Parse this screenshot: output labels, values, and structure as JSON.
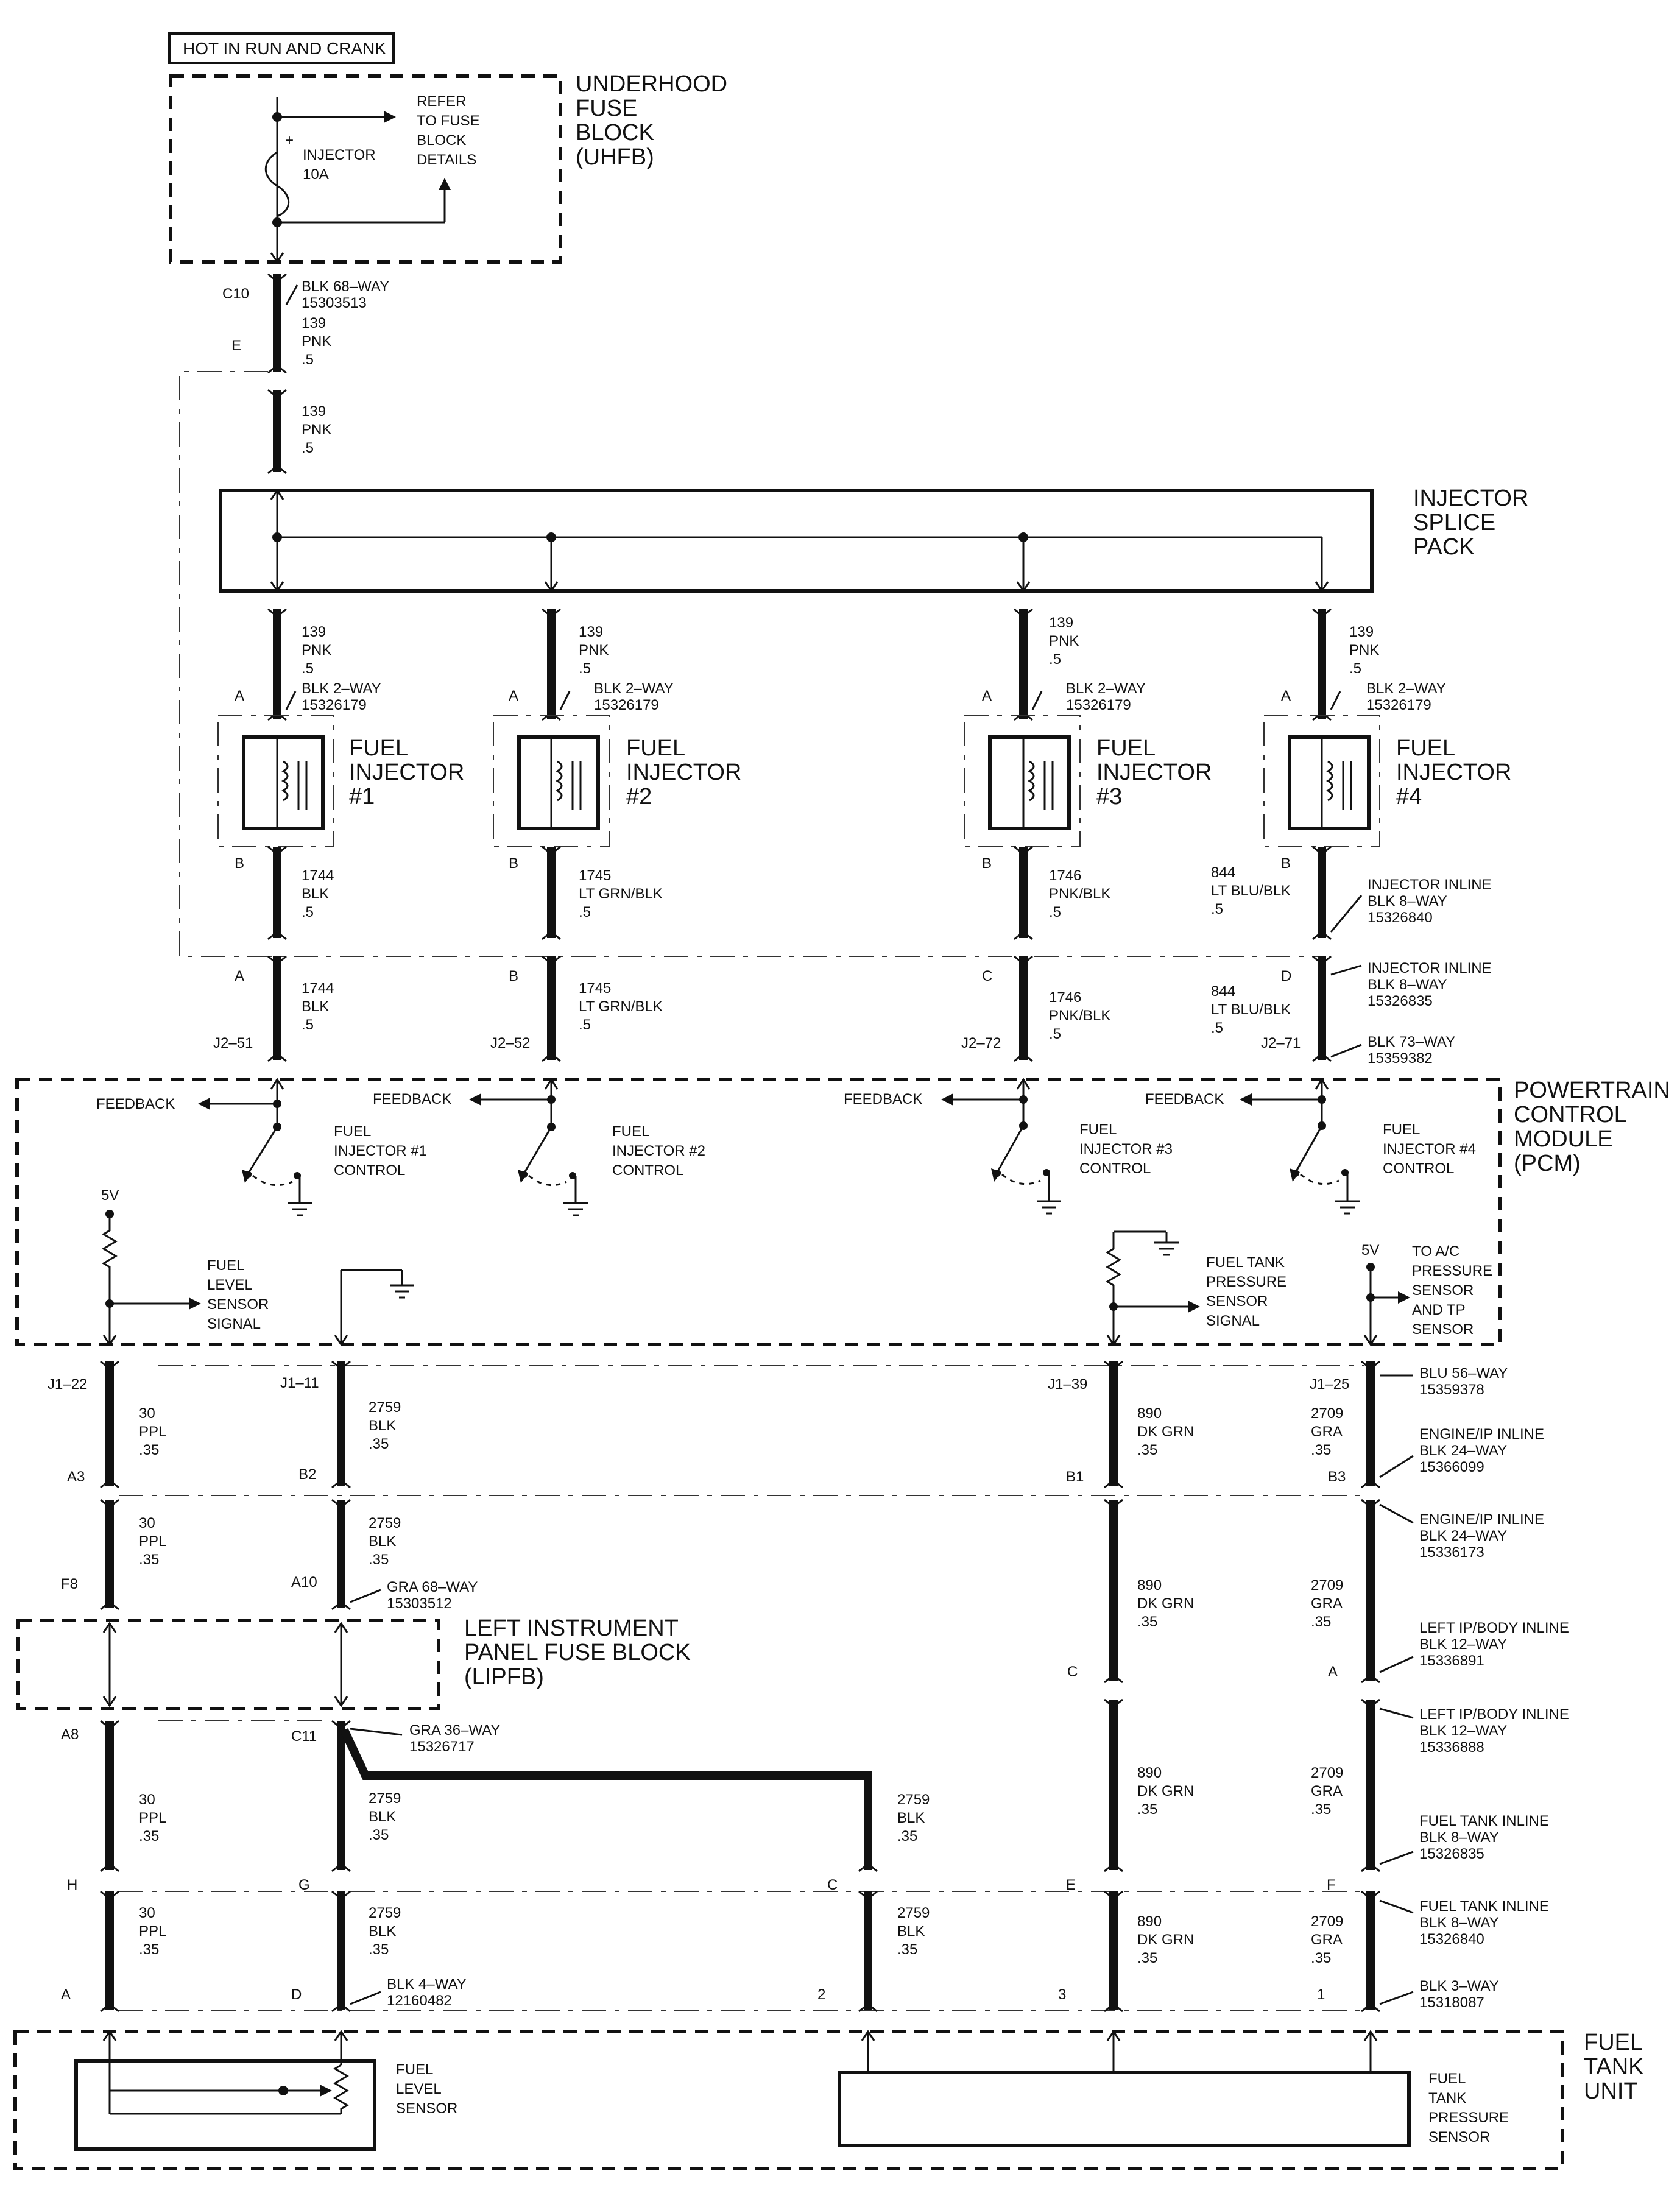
{
  "top_label": "HOT IN RUN AND CRANK",
  "uhfb": {
    "title_lines": [
      "UNDERHOOD",
      "FUSE",
      "BLOCK",
      "(UHFB)"
    ],
    "fuse_plus": "+",
    "fuse_lines": [
      "INJECTOR",
      "10A"
    ],
    "refer_lines": [
      "REFER",
      "TO FUSE",
      "BLOCK",
      "DETAILS"
    ]
  },
  "c10": {
    "label": "C10",
    "pin": "E",
    "conn_lines": [
      "BLK 68–WAY",
      "15303513"
    ],
    "wire_lines": [
      "139",
      "PNK",
      ".5"
    ]
  },
  "feed_wire_lines": [
    "139",
    "PNK",
    ".5"
  ],
  "splice": {
    "title_lines": [
      "INJECTOR",
      "SPLICE",
      "PACK"
    ]
  },
  "injectors": [
    {
      "in_wire": [
        "139",
        "PNK",
        ".5"
      ],
      "conn": [
        "BLK 2–WAY",
        "15326179"
      ],
      "pin_a": "A",
      "pin_b": "B",
      "name": [
        "FUEL",
        "INJECTOR",
        "#1"
      ],
      "out_wire": [
        "1744",
        "BLK",
        ".5"
      ],
      "c2_pin": "A",
      "c2_wire": [
        "1744",
        "BLK",
        ".5"
      ],
      "pcm_pin": "J2–51",
      "feedback": "FEEDBACK",
      "control": [
        "FUEL",
        "INJECTOR #1",
        "CONTROL"
      ]
    },
    {
      "in_wire": [
        "139",
        "PNK",
        ".5"
      ],
      "conn": [
        "BLK 2–WAY",
        "15326179"
      ],
      "pin_a": "A",
      "pin_b": "B",
      "name": [
        "FUEL",
        "INJECTOR",
        "#2"
      ],
      "out_wire": [
        "1745",
        "LT GRN/BLK",
        ".5"
      ],
      "c2_pin": "B",
      "c2_wire": [
        "1745",
        "LT GRN/BLK",
        ".5"
      ],
      "pcm_pin": "J2–52",
      "feedback": "FEEDBACK",
      "control": [
        "FUEL",
        "INJECTOR #2",
        "CONTROL"
      ]
    },
    {
      "in_wire": [
        "139",
        "PNK",
        ".5"
      ],
      "conn": [
        "BLK 2–WAY",
        "15326179"
      ],
      "pin_a": "A",
      "pin_b": "B",
      "name": [
        "FUEL",
        "INJECTOR",
        "#3"
      ],
      "out_wire": [
        "1746",
        "PNK/BLK",
        ".5"
      ],
      "c2_pin": "C",
      "c2_wire": [
        "1746",
        "PNK/BLK",
        ".5"
      ],
      "pcm_pin": "J2–72",
      "feedback": "FEEDBACK",
      "control": [
        "FUEL",
        "INJECTOR #3",
        "CONTROL"
      ]
    },
    {
      "in_wire": [
        "139",
        "PNK",
        ".5"
      ],
      "conn": [
        "BLK 2–WAY",
        "15326179"
      ],
      "pin_a": "A",
      "pin_b": "B",
      "name": [
        "FUEL",
        "INJECTOR",
        "#4"
      ],
      "out_wire": [
        "844",
        "LT BLU/BLK",
        ".5"
      ],
      "c2_pin": "D",
      "c2_wire": [
        "844",
        "LT BLU/BLK",
        ".5"
      ],
      "pcm_pin": "J2–71",
      "feedback": "FEEDBACK",
      "control": [
        "FUEL",
        "INJECTOR #4",
        "CONTROL"
      ]
    }
  ],
  "inj_inline_1": [
    "INJECTOR INLINE",
    "BLK 8–WAY",
    "15326840"
  ],
  "inj_inline_2": [
    "INJECTOR INLINE",
    "BLK 8–WAY",
    "15326835"
  ],
  "pcm_conn": [
    "BLK 73–WAY",
    "15359382"
  ],
  "pcm": {
    "title_lines": [
      "POWERTRAIN",
      "CONTROL",
      "MODULE",
      "(PCM)"
    ],
    "v5_left": "5V",
    "fuel_level_signal": [
      "FUEL",
      "LEVEL",
      "SENSOR",
      "SIGNAL"
    ],
    "tank_pressure_signal": [
      "FUEL TANK",
      "PRESSURE",
      "SENSOR",
      "SIGNAL"
    ],
    "v5_right": "5V",
    "to_ac": [
      "TO A/C",
      "PRESSURE",
      "SENSOR",
      "AND TP",
      "SENSOR"
    ]
  },
  "lower_columns": [
    {
      "j1": "J1–22",
      "w1": [
        "30",
        "PPL",
        ".35"
      ],
      "p1": "A3",
      "w2": [
        "30",
        "PPL",
        ".35"
      ],
      "p2": "F8",
      "p3": "A8",
      "w3": [
        "30",
        "PPL",
        ".35"
      ],
      "p4": "H",
      "w4": [
        "30",
        "PPL",
        ".35"
      ],
      "p5": "A"
    },
    {
      "j1": "J1–11",
      "w1": [
        "2759",
        "BLK",
        ".35"
      ],
      "p1": "B2",
      "w2": [
        "2759",
        "BLK",
        ".35"
      ],
      "p2": "A10",
      "p3": "C11",
      "w3": [
        "2759",
        "BLK",
        ".35"
      ],
      "p4": "G",
      "w4": [
        "2759",
        "BLK",
        ".35"
      ],
      "p5": "D"
    },
    {
      "w3": [
        "2759",
        "BLK",
        ".35"
      ],
      "p4": "C",
      "w4": [
        "2759",
        "BLK",
        ".35"
      ],
      "p5": "2"
    },
    {
      "j1": "J1–39",
      "w1": [
        "890",
        "DK GRN",
        ".35"
      ],
      "p1": "B1",
      "w2": [
        "890",
        "DK GRN",
        ".35"
      ],
      "p2": "C",
      "w3": [
        "890",
        "DK GRN",
        ".35"
      ],
      "p4": "E",
      "w4": [
        "890",
        "DK GRN",
        ".35"
      ],
      "p5": "3"
    },
    {
      "j1": "J1–25",
      "w1": [
        "2709",
        "GRA",
        ".35"
      ],
      "p1": "B3",
      "w2": [
        "2709",
        "GRA",
        ".35"
      ],
      "p2": "A",
      "w3": [
        "2709",
        "GRA",
        ".35"
      ],
      "p4": "F",
      "w4": [
        "2709",
        "GRA",
        ".35"
      ],
      "p5": "1"
    }
  ],
  "right_connectors": {
    "blu56": [
      "BLU 56–WAY",
      "15359378"
    ],
    "eng_ip_1": [
      "ENGINE/IP INLINE",
      "BLK 24–WAY",
      "15366099"
    ],
    "eng_ip_2": [
      "ENGINE/IP INLINE",
      "BLK 24–WAY",
      "15336173"
    ],
    "lip_body_1": [
      "LEFT IP/BODY INLINE",
      "BLK 12–WAY",
      "15336891"
    ],
    "lip_body_2": [
      "LEFT IP/BODY INLINE",
      "BLK 12–WAY",
      "15336888"
    ],
    "tank_inline_1": [
      "FUEL TANK INLINE",
      "BLK 8–WAY",
      "15326835"
    ],
    "tank_inline_2": [
      "FUEL TANK INLINE",
      "BLK 8–WAY",
      "15326840"
    ],
    "blk3": [
      "BLK 3–WAY",
      "15318087"
    ]
  },
  "gra68": [
    "GRA 68–WAY",
    "15303512"
  ],
  "gra36": [
    "GRA 36–WAY",
    "15326717"
  ],
  "blk4": [
    "BLK 4–WAY",
    "12160482"
  ],
  "lipfb": {
    "title_lines": [
      "LEFT INSTRUMENT",
      "PANEL FUSE BLOCK",
      "(LIPFB)"
    ]
  },
  "tank_unit": {
    "title_lines": [
      "FUEL",
      "TANK",
      "UNIT"
    ],
    "level_sensor": [
      "FUEL",
      "LEVEL",
      "SENSOR"
    ],
    "pressure_sensor": [
      "FUEL",
      "TANK",
      "PRESSURE",
      "SENSOR"
    ]
  }
}
